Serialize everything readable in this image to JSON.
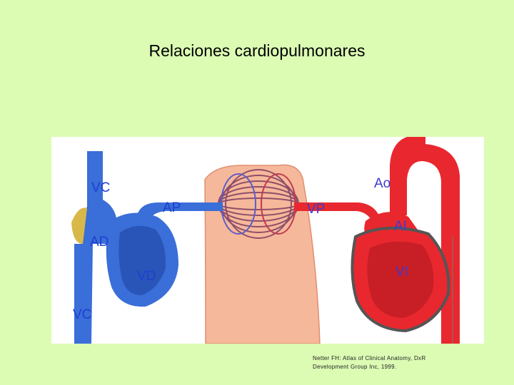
{
  "title": "Relaciones cardiopulmonares",
  "labels": {
    "vc_top": "VC",
    "ao": "Ao",
    "ap": "AP",
    "vp": "VP",
    "ai": "AI",
    "ad": "AD",
    "vd": "VD",
    "vi": "VI",
    "vc_bottom": "VC"
  },
  "credit": {
    "line1": "Netter FH: Atlas of Clinical Anatomy, DxR",
    "line2": "Development Group Inc, 1999."
  },
  "colors": {
    "background": "#dcfcb4",
    "venous_blue": "#3a6ed8",
    "arterial_red": "#e8282e",
    "lung_tissue": "#f6b89a",
    "label_text": "#1e3fd0"
  }
}
